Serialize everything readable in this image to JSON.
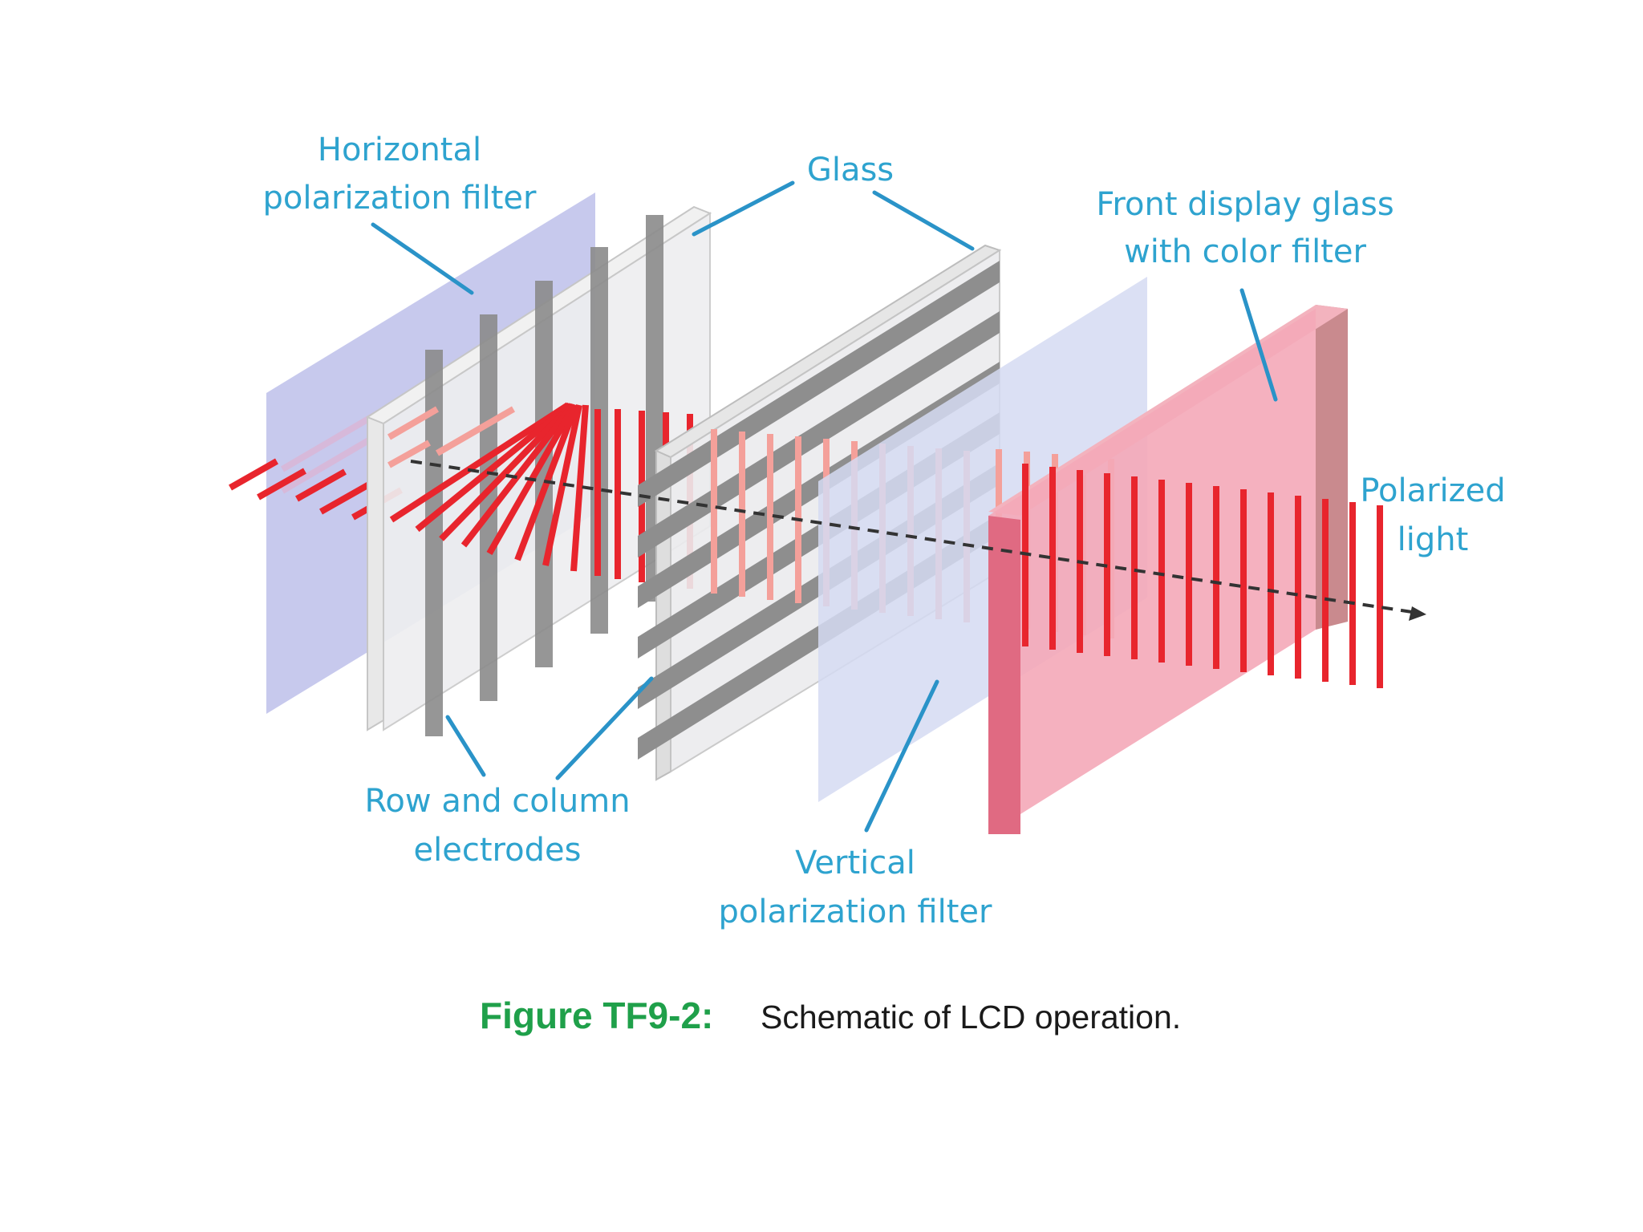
{
  "labels": {
    "horizontal_filter_line1": "Horizontal",
    "horizontal_filter_line2": "polarization filter",
    "glass": "Glass",
    "front_glass_line1": "Front display glass",
    "front_glass_line2": "with color filter",
    "polarized_line1": "Polarized",
    "polarized_line2": "light",
    "electrodes_line1": "Row and column",
    "electrodes_line2": "electrodes",
    "vertical_filter_line1": "Vertical",
    "vertical_filter_line2": "polarization filter"
  },
  "caption": {
    "figure_number": "Figure TF9-2:",
    "text": "Schematic of LCD operation."
  },
  "colors": {
    "label_blue": "#2ea3cf",
    "callout_blue": "#2a93c8",
    "light_red": "#e8252d",
    "filter_purple": "#c4c6ec",
    "filter_lavender": "#d5dbf2",
    "front_glass_pink": "#f4a8b8",
    "electrode_gray": "#8e8e8e",
    "caption_green": "#1fa04a"
  }
}
